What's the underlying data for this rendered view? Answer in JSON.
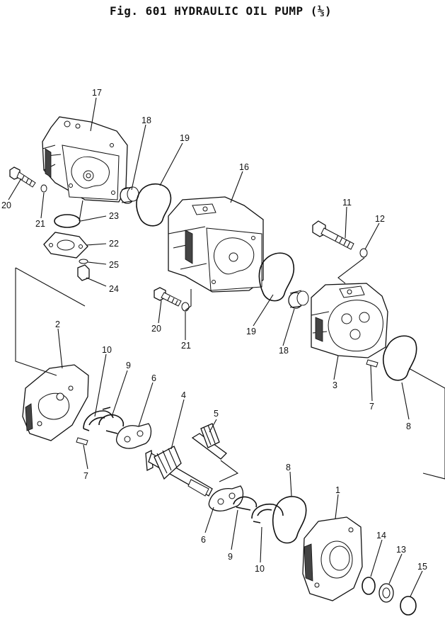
{
  "header": {
    "title": "Fig. 601   HYDRAULIC OIL PUMP (⅓)"
  },
  "callouts": {
    "c17": "17",
    "c18a": "18",
    "c19a": "19",
    "c16": "16",
    "c11": "11",
    "c12": "12",
    "c20a": "20",
    "c21a": "21",
    "c23": "23",
    "c22": "22",
    "c25": "25",
    "c24": "24",
    "c20b": "20",
    "c21b": "21",
    "c19b": "19",
    "c18b": "18",
    "c3": "3",
    "c7a": "7",
    "c8a": "8",
    "c2": "2",
    "c10a": "10",
    "c9a": "9",
    "c6a": "6",
    "c4": "4",
    "c5": "5",
    "c7b": "7",
    "c8b": "8",
    "c1": "1",
    "c6b": "6",
    "c9b": "9",
    "c10b": "10",
    "c14": "14",
    "c13": "13",
    "c15": "15"
  }
}
